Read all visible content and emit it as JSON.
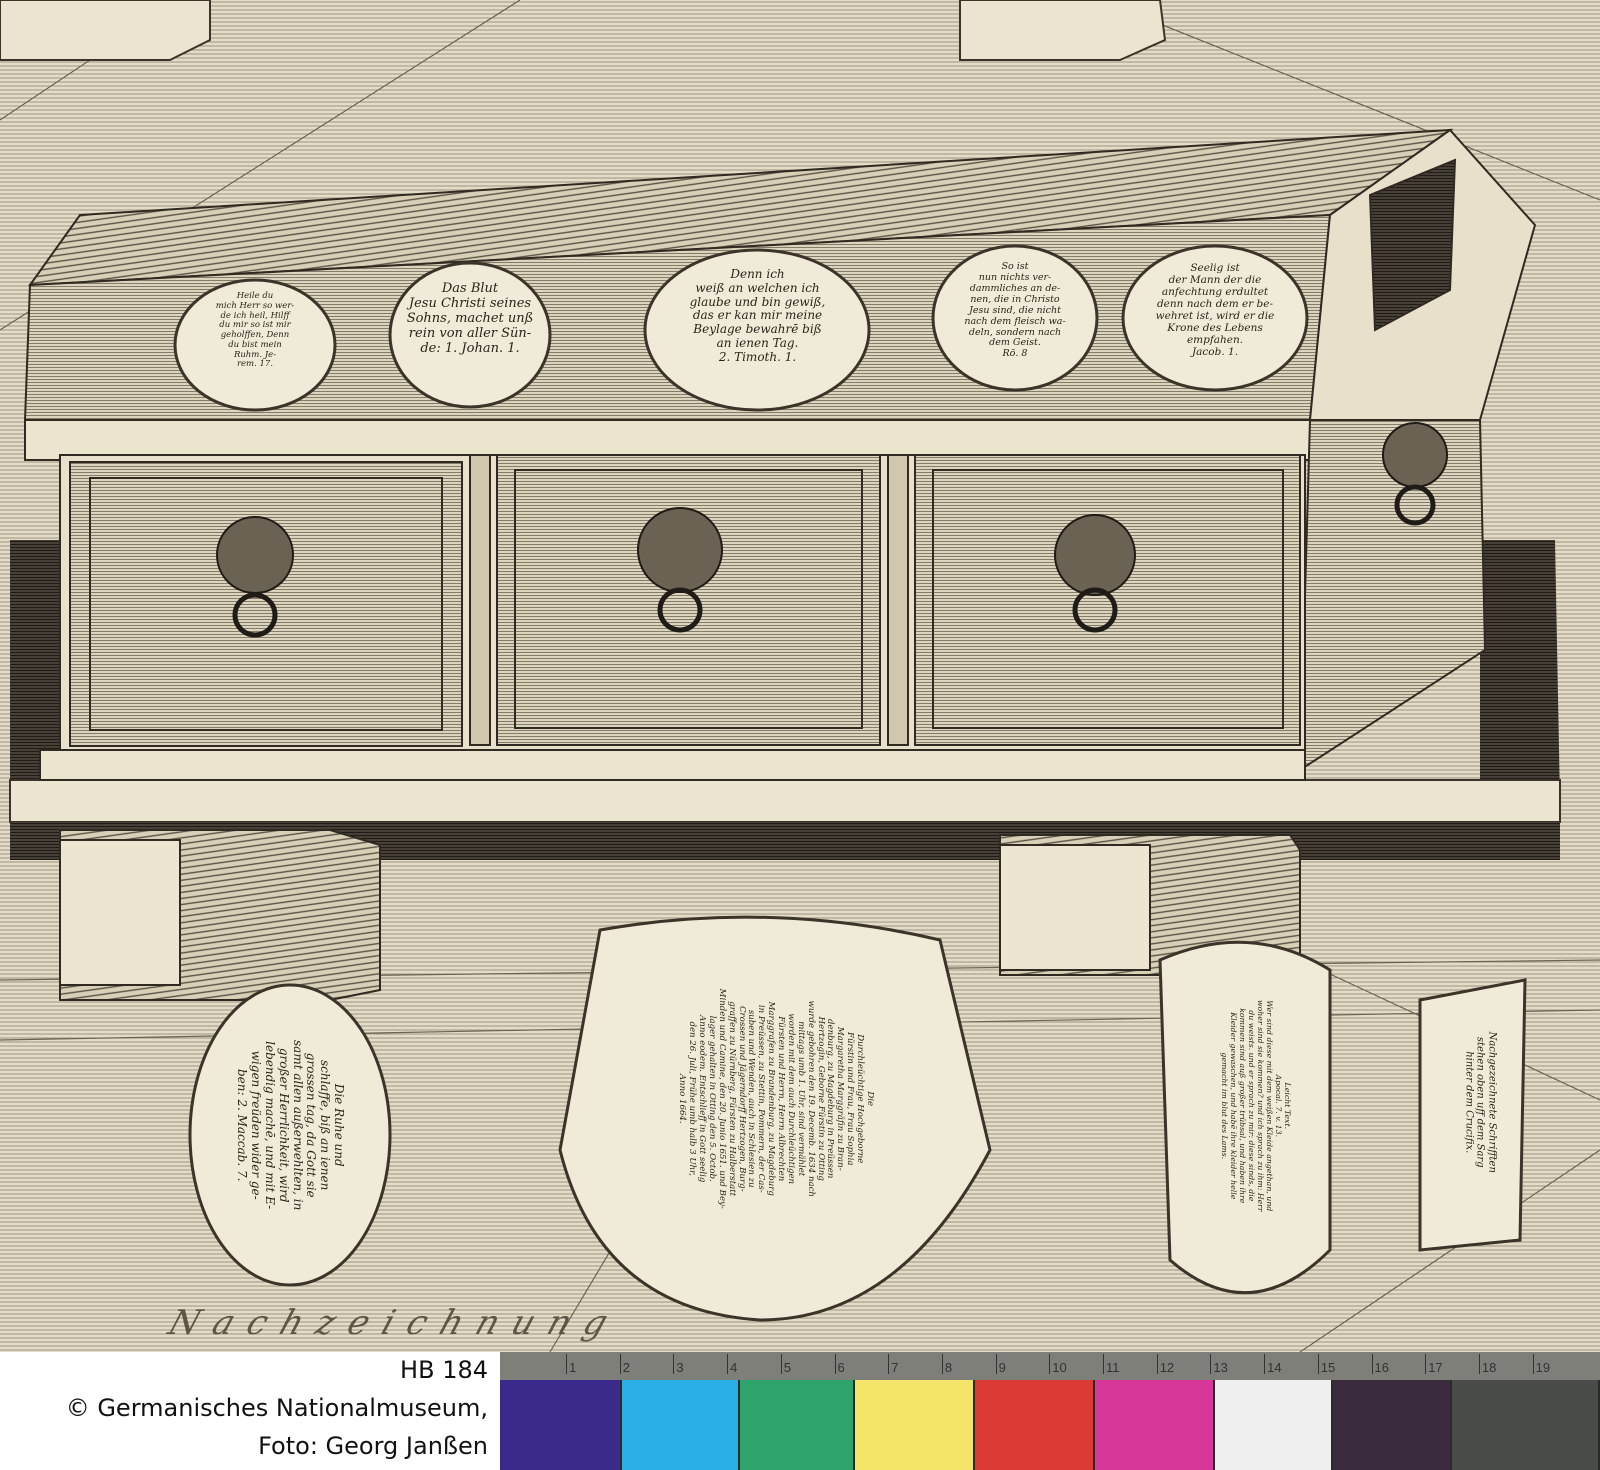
{
  "inscriptions": {
    "top_1": "Heile du\nmich Herr so wer-\nde ich heil, Hilff\ndu mir so ist mir\ngeholffen, Denn\ndu bist mein\nRuhm. Je-\nrem. 17.",
    "top_2": "Das Blut\nJesu Christi seines\nSohns, machet unß\nrein von aller Sün-\nde: 1. Johan. 1.",
    "top_3": "Denn ich\nweiß an welchen ich\nglaube und bin gewiß,\ndas er kan mir meine\nBeylage bewahrē biß\nan ienen Tag.\n2. Timoth. 1.",
    "top_4": "So ist\nnun nichts ver-\ndammliches an de-\nnen, die in Christo\nJesu sind, die nicht\nnach dem fleisch wa-\ndeln, sondern nach\ndem Geist.\nRō. 8",
    "top_5": "Seelig ist\nder Mann der die\nanfechtung erdultet\ndenn nach dem er be-\nwehret ist, wird er die\nKrone des Lebens\nempfahen.\nJacob. 1.",
    "bottom_left": "Die Ruhe und\nschlaffe, biß an ienen\ngrossen tag, da Gott sie\nsamt allen außerwehlten, in\ngroßer Herrlichkeit, wird\nlebendig machē, und mit E-\nwigen freüden wider ge-\nben: 2. Maccab. 7.",
    "bottom_center": "Die\nDurchleüchtige Hochgeborne\nFürstin und Frau, Frau Sophia\nMargaretha Marggräfin zu Bran-\ndenburg, zu Magdeburg in Preüssen\nHertzogin, Geborne Fürstin zu Otting\nwurde gebohren den 19. Decemb. 1634 nach\nmittags umb 1. Uhr, sind vermählet\nworden mit dem auch Durchleüchtigen\nFürsten und Herrn, Herrn Albrechten\nMarggrafen zu Brandenburg, zu Magdeburg\nin Preüssen, zu Stettin, Pommern, der Cas-\nsuben und Wenden, auch in Schlesien zu\nCrossen und Jägerndorff Hertzogen, Burg-\ngraffen zu Nürnberg, Fürsten zu Halberstatt\nMinden und Camine, den 20. Junio 1651. und Bey-\nlager gehalten in Otting den 5. Octob.\nAnno eodem. Entschlieff in Gott seelig\nden 26. Juli, Frühe umb halb 3 Uhr,\nAnno 1664.",
    "bottom_right": "Leicht Text.\nApocal. 7. v. 13.\nWer sind diese mit dem weißen Kleide angethan, und\nwoher sind sie kommen? und ich sprach zu ihm: Herr\ndu weists. und er sprach zu mir: diese sinds, die\nkommen sind auß großer trübsal, und haben ihre\nKleider gewaschen, und habē ihre kleider helle\ngemacht im blut des Lams.",
    "ribbon": "Nachgezeichnete Schrifften\nstehen oben uff dem Sarg\nhinter dem Crucifix."
  },
  "handwritten_note": "Nachzeichnung",
  "caption": {
    "id": "HB 184",
    "copyright": "© Germanisches Nationalmuseum,",
    "photo": "Foto: Georg Janßen"
  },
  "ruler_ticks": [
    "1",
    "2",
    "3",
    "4",
    "5",
    "6",
    "7",
    "8",
    "9",
    "10",
    "11",
    "12",
    "13",
    "14",
    "15",
    "16",
    "17",
    "18",
    "19"
  ],
  "color_patches": [
    "#3b2a8c",
    "#2bb0e6",
    "#2fa36c",
    "#f5e46a",
    "#dc3a35",
    "#d8379a",
    "#efefef",
    "#3a2c3e",
    "#4a4c4a"
  ],
  "colors": {
    "paper": "#e7dfca",
    "ink": "#2f2a22",
    "ruler": "#7d7f78"
  }
}
